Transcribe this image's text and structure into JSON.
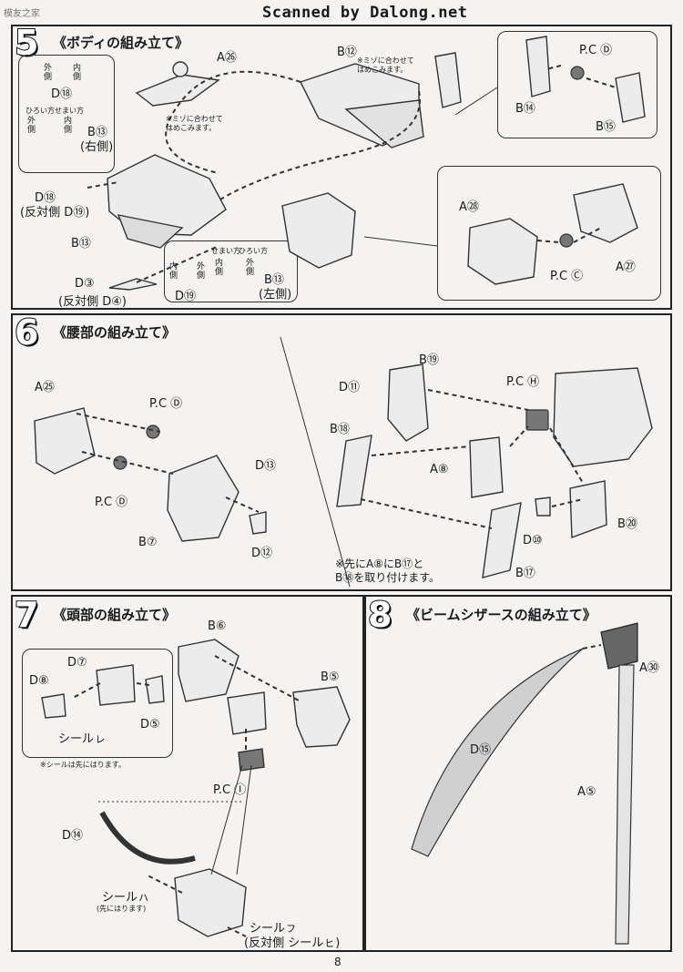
{
  "header": {
    "scan_credit": "Scanned by Dalong.net",
    "corner_mark": "模友之家"
  },
  "page_number": "8",
  "step5": {
    "number": "5",
    "title": "《ボディの組み立て》",
    "labels": {
      "a26": "A㉖",
      "b12": "B⑫",
      "b14": "B⑭",
      "b15": "B⑮",
      "pcd": "P.C Ⓓ",
      "a28": "A㉘",
      "a27": "A㉗",
      "pcc": "P.C Ⓒ",
      "b13_main": "B⑬",
      "d18_main": "D⑱",
      "d19_opp": "(反対側 D⑲)",
      "d3": "D③",
      "d4_opp": "(反対側 D④)"
    },
    "notes": {
      "groove1": "※ミゾに合わせて\nはめこみます。",
      "groove2": "※ミゾに合わせて\nはめこみます。"
    },
    "inset_left": {
      "outer": "外\n側",
      "inner": "内\n側",
      "d18": "D⑱",
      "wide": "ひろい方",
      "narrow": "せまい方",
      "outer2": "外\n側",
      "inner2": "内\n側",
      "b13": "B⑬",
      "right_side": "(右側)"
    },
    "inset_bottom": {
      "narrow": "せまい方",
      "wide": "ひろい方",
      "inner": "内\n側",
      "outer": "外\n側",
      "inner_main": "内\n側",
      "outer_main": "外\n側",
      "d19": "D⑲",
      "b13": "B⑬",
      "left_side": "(左側)"
    }
  },
  "step6": {
    "number": "6",
    "title": "《腰部の組み立て》",
    "labels": {
      "a25": "A㉕",
      "pcd_top": "P.C Ⓓ",
      "pcd_bottom": "P.C Ⓓ",
      "d13": "D⑬",
      "b7": "B⑦",
      "d12": "D⑫",
      "b19": "B⑲",
      "d11": "D⑪",
      "pch": "P.C Ⓗ",
      "b18": "B⑱",
      "a8": "A⑧",
      "b20": "B⑳",
      "d10": "D⑩",
      "b17": "B⑰"
    },
    "note": "※先にA⑧にB⑰と\nB⑱を取り付けます。"
  },
  "step7": {
    "number": "7",
    "title": "《頭部の組み立て》",
    "labels": {
      "b6": "B⑥",
      "b5": "B⑤",
      "d7": "D⑦",
      "d8": "D⑧",
      "d5": "D⑤",
      "seal_e": "シールㇾ",
      "pci": "P.C Ⓘ",
      "d14": "D⑭",
      "seal_a": "シールㇵ",
      "seal_a_note": "(先にはります)",
      "seal_u": "シールㇷ",
      "seal_i_opp": "(反対側 シールㇶ)"
    },
    "inset_note": "※シールは先にはります。"
  },
  "step8": {
    "number": "8",
    "title": "《ビームシザースの組み立て》",
    "labels": {
      "a30": "A㉚",
      "d15": "D⑮",
      "a5": "A⑤"
    }
  }
}
